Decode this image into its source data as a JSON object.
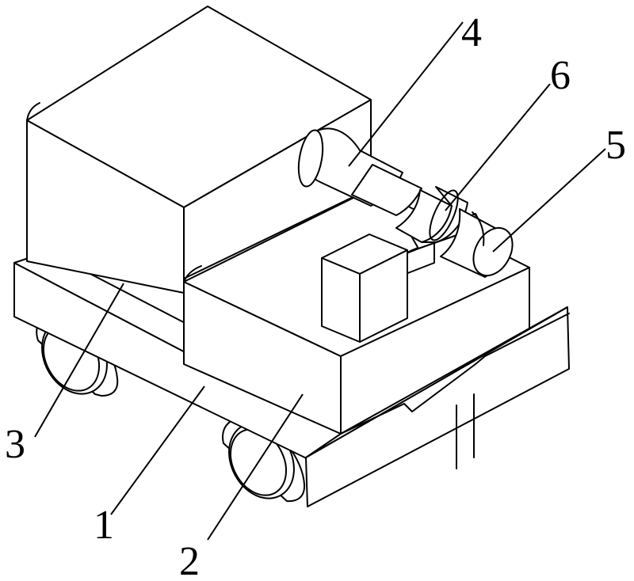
{
  "labels": {
    "base_frame": "1",
    "front_housing": "2",
    "rear_housing": "3",
    "nozzle": "4",
    "end_cap": "5",
    "coupling": "6"
  }
}
